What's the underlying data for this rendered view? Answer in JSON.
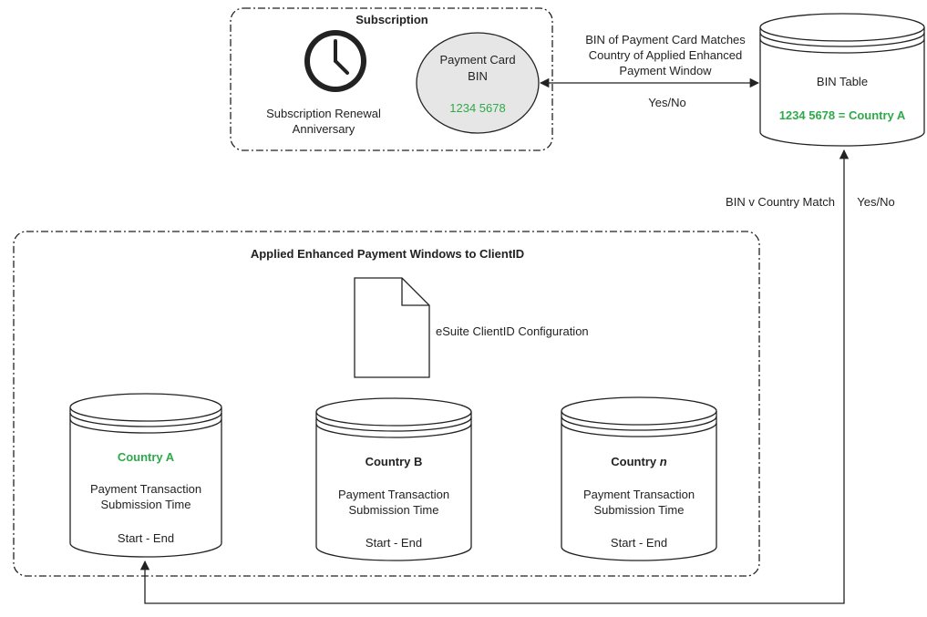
{
  "subscription": {
    "title": "Subscription",
    "clock_icon": "clock-icon",
    "renewal_line1": "Subscription Renewal",
    "renewal_line2": "Anniversary",
    "card_line1": "Payment Card",
    "card_line2": "BIN",
    "card_number": "1234 5678"
  },
  "bin_link": {
    "label_line1": "BIN of Payment Card Matches",
    "label_line2": "Country of Applied Enhanced",
    "label_line3": "Payment Window",
    "result": "Yes/No"
  },
  "bin_table": {
    "title": "BIN Table",
    "mapping": "1234 5678 = Country A"
  },
  "country_link": {
    "label": "BIN v Country Match",
    "result": "Yes/No"
  },
  "windows": {
    "title": "Applied Enhanced Payment Windows to ClientID",
    "doc_icon": "document-icon",
    "doc_label": "eSuite ClientID Configuration",
    "countries": [
      {
        "name": "Country A",
        "line1": "Payment Transaction",
        "line2": "Submission Time",
        "range": "Start - End"
      },
      {
        "name": "Country B",
        "line1": "Payment Transaction",
        "line2": "Submission Time",
        "range": "Start - End"
      },
      {
        "name_prefix": "Country",
        "name_var": "n",
        "line1": "Payment Transaction",
        "line2": "Submission Time",
        "range": "Start - End"
      }
    ]
  },
  "colors": {
    "highlight": "#2eaa4a",
    "card_fill": "#e6e6e6",
    "line": "#222222"
  }
}
